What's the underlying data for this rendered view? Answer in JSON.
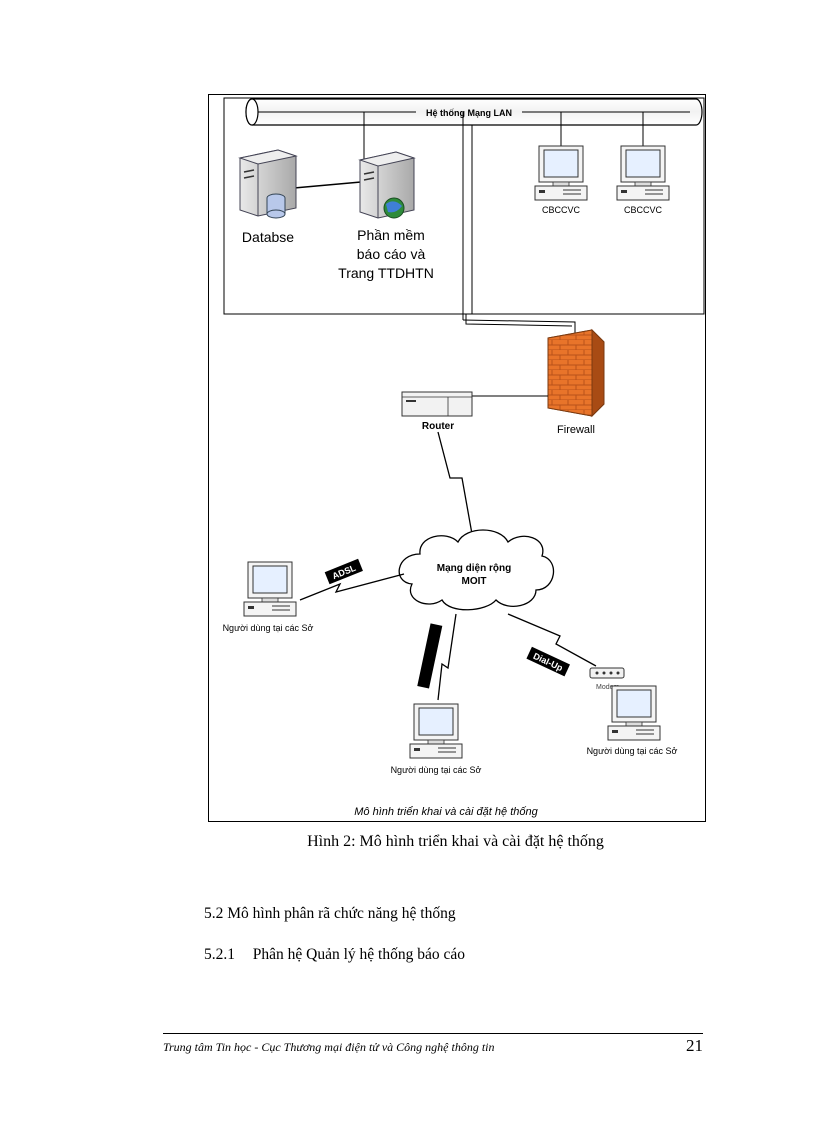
{
  "figure": {
    "lan_label": "Hệ thống Mạng LAN",
    "database_label": "Databse",
    "software_label_lines": [
      "Phần mềm",
      "báo cáo và",
      "Trang TTDHTN"
    ],
    "workstation_labels": [
      "CBCCVC",
      "CBCCVC"
    ],
    "router_label": "Router",
    "firewall_label": "Firewall",
    "wan_label_lines": [
      "Mạng diện rộng",
      "MOIT"
    ],
    "adsl_label": "ADSL",
    "dialup_label": "Dial-Up",
    "modem_label": "Modem",
    "user_label_left": "Người dùng tại các Sở",
    "user_label_bottom": "Người dùng tại các Sở",
    "user_label_right": "Người dùng tại các Sở",
    "inner_caption": "Mô hình triển khai và cài đặt hệ thống"
  },
  "caption": "Hình 2: Mô hình triển khai và cài đặt hệ thống",
  "section_heading": "5.2 Mô hình phân rã chức năng hệ thống",
  "subsection_number": "5.2.1",
  "subsection_title": "Phân hệ Quản lý hệ thống báo cáo",
  "footer": {
    "left": "Trung tâm Tin học - Cục Thương mại điện tử và Công nghệ thông tin",
    "page_number": "21"
  },
  "colors": {
    "firewall_brick": "#e8742a",
    "screen_blue": "#1c4fa0",
    "server_body": "#c9c9c9"
  }
}
